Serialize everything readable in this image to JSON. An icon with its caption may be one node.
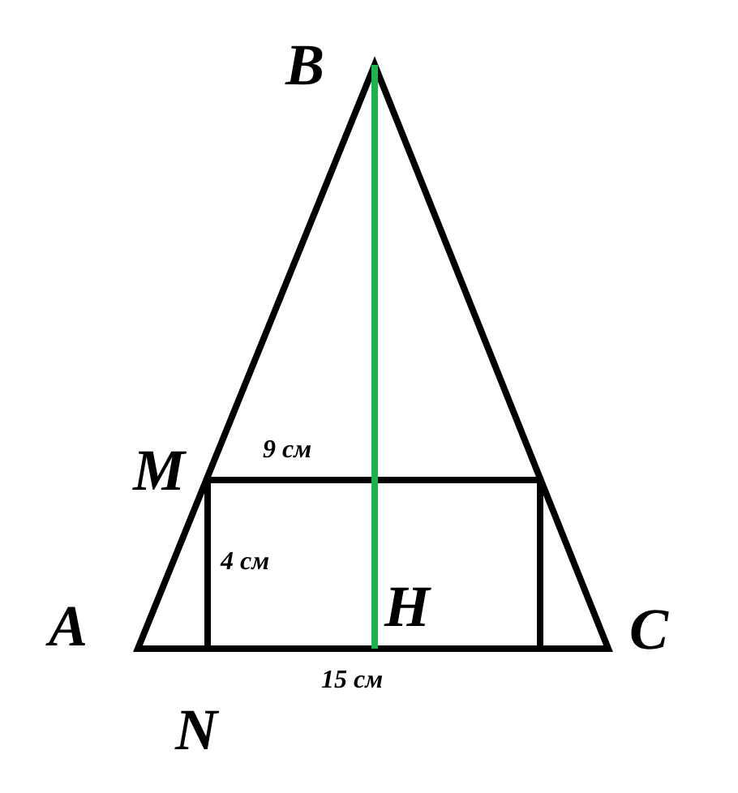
{
  "diagram": {
    "labels": [
      "B",
      "M",
      "9 см",
      "4 см",
      "A",
      "H",
      "C",
      "15 см",
      "N"
    ]
  }
}
